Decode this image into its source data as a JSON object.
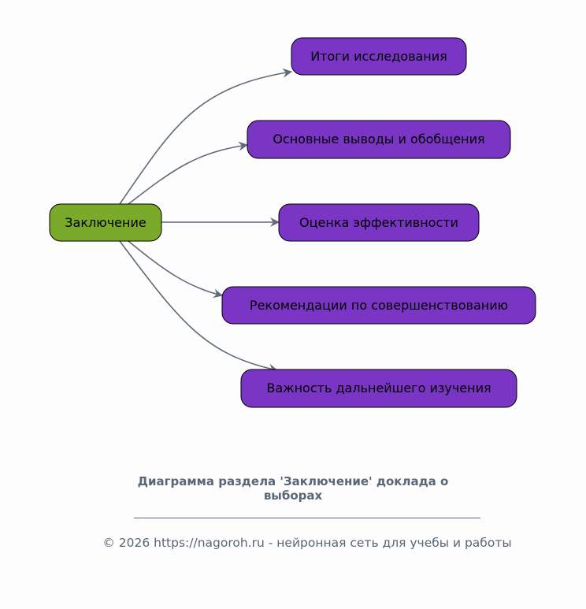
{
  "colors": {
    "root": "#7aaa2a",
    "child": "#7a35c4",
    "edge": "#5f6b78",
    "caption": "#5a6575"
  },
  "diagram": {
    "root": {
      "label": "Заключение"
    },
    "children": [
      {
        "label": "Итоги исследования"
      },
      {
        "label": "Основные выводы и обобщения"
      },
      {
        "label": "Оценка эффективности"
      },
      {
        "label": "Рекомендации по совершенствованию"
      },
      {
        "label": "Важность дальнейшего изучения"
      }
    ]
  },
  "caption": "Диаграмма раздела 'Заключение' доклада о выборах",
  "footer": "© 2026 https://nagoroh.ru - нейронная сеть для учебы и работы"
}
